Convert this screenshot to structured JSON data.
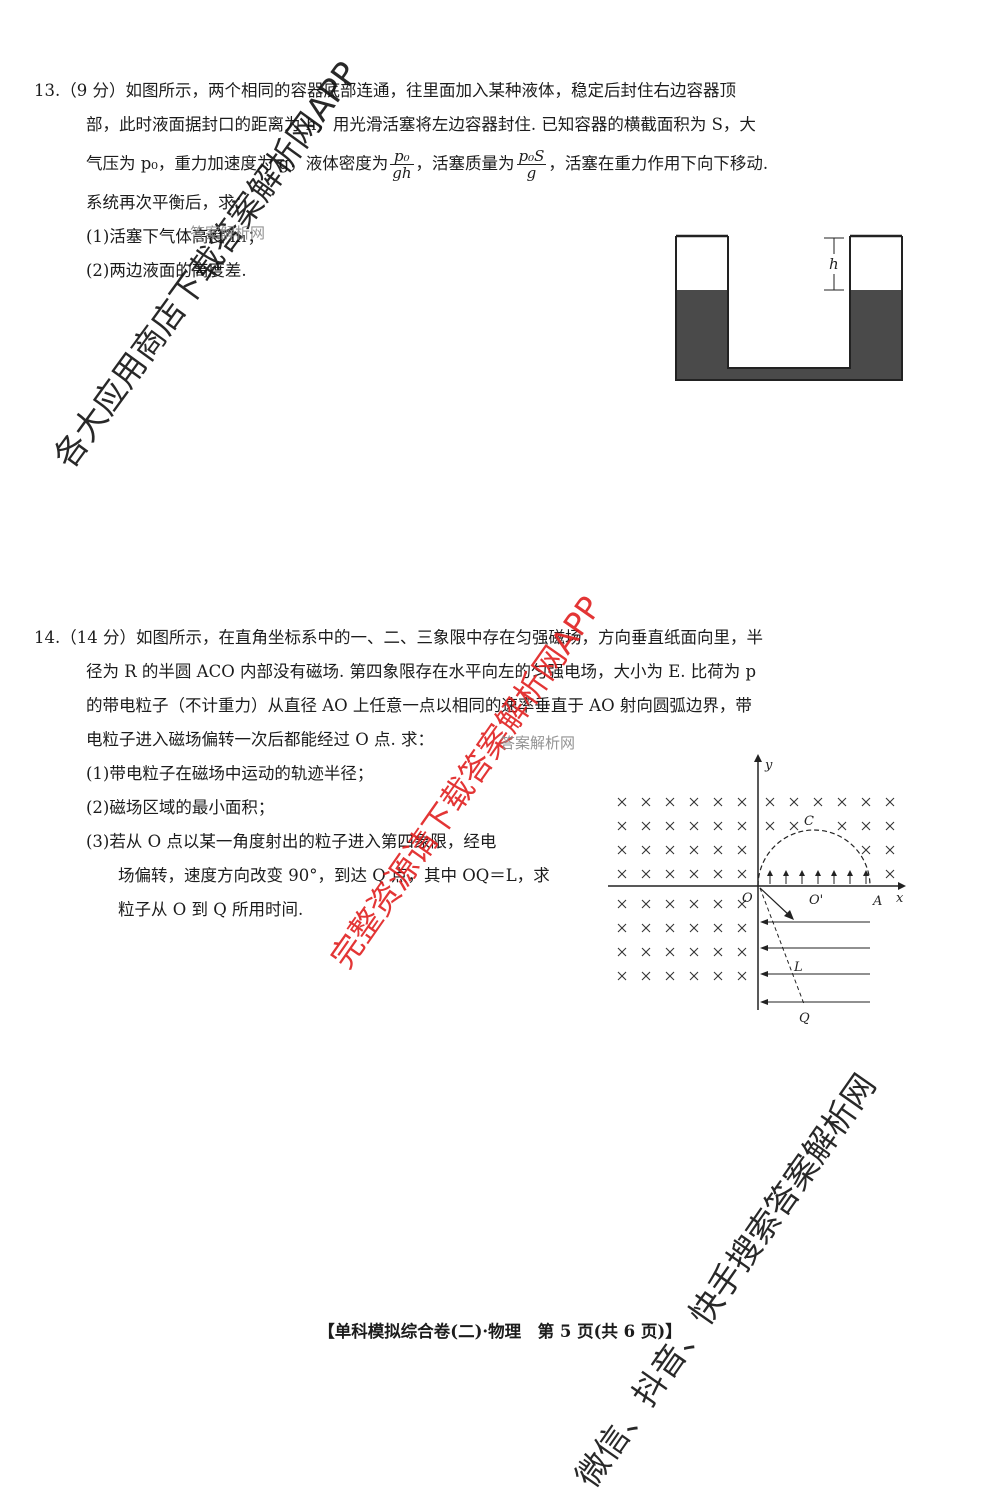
{
  "q13": {
    "line1": "13.（9 分）如图所示，两个相同的容器底部连通，往里面加入某种液体，稳定后封住右边容器顶",
    "line2": "部，此时液面据封口的距离为 h，用光滑活塞将左边容器封住. 已知容器的横截面积为 S，大",
    "line3_a": "气压为 p₀，重力加速度为 g，液体密度为",
    "frac1_num": "p₀",
    "frac1_den": "gh",
    "line3_b": "，活塞质量为",
    "frac2_num": "p₀S",
    "frac2_den": "g",
    "line3_c": "，活塞在重力作用下向下移动.",
    "line4": "系统再次平衡后，求：",
    "sub1": "(1)活塞下气体高度 h₁；",
    "sub2": "(2)两边液面的高度差.",
    "fig_label_h": "h"
  },
  "q14": {
    "line1": "14.（14 分）如图所示，在直角坐标系中的一、二、三象限中存在匀强磁场，方向垂直纸面向里，半",
    "line2": "径为 R 的半圆 ACO 内部没有磁场. 第四象限存在水平向左的匀强电场，大小为 E. 比荷为 p",
    "line3": "的带电粒子（不计重力）从直径 AO 上任意一点以相同的速率垂直于 AO 射向圆弧边界，带",
    "line4": "电粒子进入磁场偏转一次后都能经过 O 点. 求：",
    "sub1": "(1)带电粒子在磁场中运动的轨迹半径；",
    "sub2": "(2)磁场区域的最小面积；",
    "sub3_l1": "(3)若从 O 点以某一角度射出的粒子进入第四象限，经电",
    "sub3_l2": "场偏转，速度方向改变 90°，到达 Q 点，其中 OQ＝L，求",
    "sub3_l3": "粒子从 O 到 Q 所用时间.",
    "fig": {
      "y": "y",
      "x": "x",
      "c": "C",
      "o": "O",
      "o_prime": "O'",
      "a": "A",
      "l": "L",
      "q": "Q"
    }
  },
  "footer": "【单科模拟综合卷(二)·物理　第 5 页(共 6 页)】",
  "watermarks": {
    "wm1": "各大应用商店下载答案解析网APP",
    "wm2": "完整资源请下载答案解析网APP",
    "wm3": "微信、抖音、快手搜索答案解析网",
    "wm4": "答案解析网"
  }
}
